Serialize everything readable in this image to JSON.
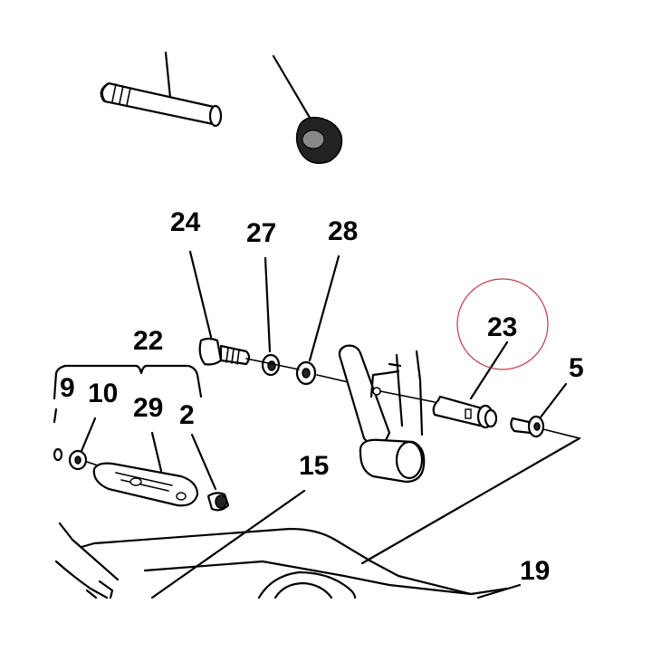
{
  "diagram": {
    "callouts": {
      "c24": "24",
      "c27": "27",
      "c28": "28",
      "c23": "23",
      "c5": "5",
      "c22": "22",
      "c9": "9",
      "c10": "10",
      "c29": "29",
      "c2": "2",
      "c15": "15",
      "c19": "19"
    },
    "highlight_color": "#c0394a"
  }
}
